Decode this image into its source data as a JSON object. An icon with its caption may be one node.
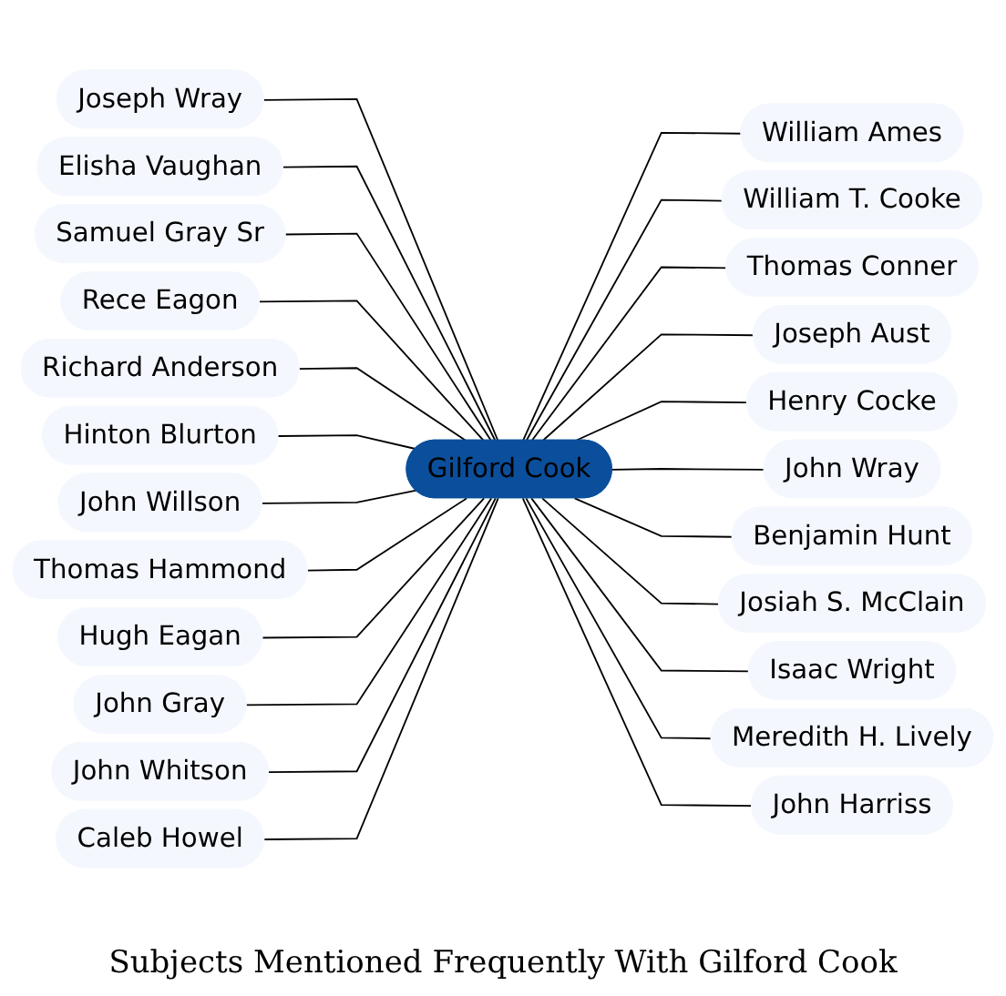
{
  "diagram": {
    "title": "Subjects Mentioned Frequently With Gilford Cook",
    "nodes": [
      {
        "text": [
          "Joseph Wray"
        ]
      },
      {
        "text": [
          "Elisha Vaughan"
        ]
      },
      {
        "text": [
          "William Ames"
        ]
      },
      {
        "text": [
          "William T. Cooke"
        ]
      },
      {
        "text": [
          "Samuel Gray Sr"
        ]
      },
      {
        "text": [
          "Rece Eagon"
        ]
      },
      {
        "text": [
          "Thomas Conner"
        ]
      },
      {
        "text": [
          "Joseph Aust"
        ]
      },
      {
        "text": [
          "Richard Anderson"
        ]
      },
      {
        "text": [
          "Hinton Blurton"
        ]
      },
      {
        "text": [
          "Henry Cocke"
        ]
      },
      {
        "text": [
          "John Wray"
        ]
      },
      {
        "text": [
          "Gilford Cook"
        ]
      },
      {
        "text": [
          "John Willson"
        ]
      },
      {
        "text": [
          "Benjamin Hunt"
        ]
      },
      {
        "text": [
          "Thomas Hammond"
        ]
      },
      {
        "text": [
          "Josiah S. McClain"
        ]
      },
      {
        "text": [
          "Isaac Wright"
        ]
      },
      {
        "text": [
          "Hugh Eagan"
        ]
      },
      {
        "text": [
          "John Gray"
        ]
      },
      {
        "text": [
          "Meredith H. Lively"
        ]
      },
      {
        "text": [
          "John Whitson"
        ]
      },
      {
        "text": [
          "John Harriss"
        ]
      },
      {
        "text": [
          "Caleb Howel"
        ]
      }
    ],
    "edges": [
      {
        "from": 12,
        "to": 0,
        "arrow": "none"
      },
      {
        "from": 12,
        "to": 1,
        "arrow": "none"
      },
      {
        "from": 12,
        "to": 2,
        "arrow": "none"
      },
      {
        "from": 12,
        "to": 3,
        "arrow": "none"
      },
      {
        "from": 12,
        "to": 4,
        "arrow": "none"
      },
      {
        "from": 12,
        "to": 5,
        "arrow": "none"
      },
      {
        "from": 12,
        "to": 6,
        "arrow": "none"
      },
      {
        "from": 12,
        "to": 7,
        "arrow": "none"
      },
      {
        "from": 12,
        "to": 8,
        "arrow": "none"
      },
      {
        "from": 12,
        "to": 9,
        "arrow": "none"
      },
      {
        "from": 12,
        "to": 10,
        "arrow": "none"
      },
      {
        "from": 12,
        "to": 11,
        "arrow": "none"
      },
      {
        "from": 12,
        "to": 13,
        "arrow": "none"
      },
      {
        "from": 12,
        "to": 14,
        "arrow": "none"
      },
      {
        "from": 12,
        "to": 15,
        "arrow": "none"
      },
      {
        "from": 12,
        "to": 16,
        "arrow": "none"
      },
      {
        "from": 12,
        "to": 17,
        "arrow": "none"
      },
      {
        "from": 12,
        "to": 18,
        "arrow": "none"
      },
      {
        "from": 12,
        "to": 19,
        "arrow": "none"
      },
      {
        "from": 12,
        "to": 20,
        "arrow": "none"
      },
      {
        "from": 12,
        "to": 21,
        "arrow": "none"
      },
      {
        "from": 12,
        "to": 22,
        "arrow": "none"
      },
      {
        "from": 12,
        "to": 23,
        "arrow": "none"
      }
    ]
  }
}
